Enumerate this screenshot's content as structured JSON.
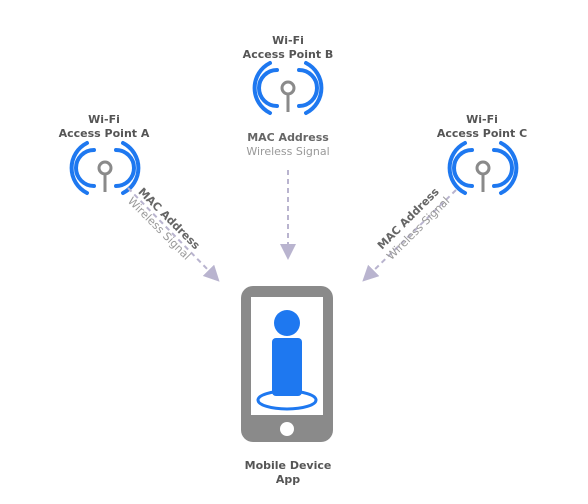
{
  "access_points": [
    {
      "line1": "Wi-Fi",
      "line2": "Access Point A"
    },
    {
      "line1": "Wi-Fi",
      "line2": "Access Point B"
    },
    {
      "line1": "Wi-Fi",
      "line2": "Access Point C"
    }
  ],
  "signal_label": {
    "mac": "MAC Address",
    "wireless": "Wireless Signal"
  },
  "device": {
    "line1": "Mobile Device",
    "line2": "App"
  },
  "colors": {
    "wifi_blue": "#1e78f0",
    "antenna_gray": "#8a8a8a",
    "phone_gray": "#8a8a8a",
    "figure_blue": "#1e78f0",
    "arrow": "#b9b4cf",
    "label": "#555555"
  }
}
